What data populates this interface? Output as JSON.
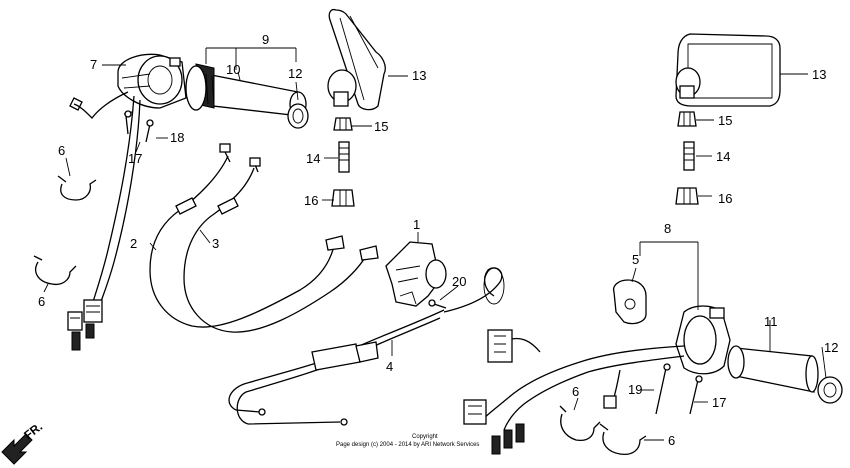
{
  "diagram": {
    "callouts": {
      "c1": "1",
      "c2": "2",
      "c3": "3",
      "c4": "4",
      "c5": "5",
      "c6a": "6",
      "c6b": "6",
      "c6c": "6",
      "c6d": "6",
      "c7": "7",
      "c8": "8",
      "c9": "9",
      "c10": "10",
      "c11": "11",
      "c12a": "12",
      "c12b": "12",
      "c13a": "13",
      "c13b": "13",
      "c14a": "14",
      "c14b": "14",
      "c15a": "15",
      "c15b": "15",
      "c16a": "16",
      "c16b": "16",
      "c17a": "17",
      "c17b": "17",
      "c18": "18",
      "c19": "19",
      "c20": "20"
    },
    "direction_label": "FR.",
    "copyright_line1": "Copyright",
    "copyright_line2": "Page design (c) 2004 - 2014 by ARI Network Services"
  }
}
